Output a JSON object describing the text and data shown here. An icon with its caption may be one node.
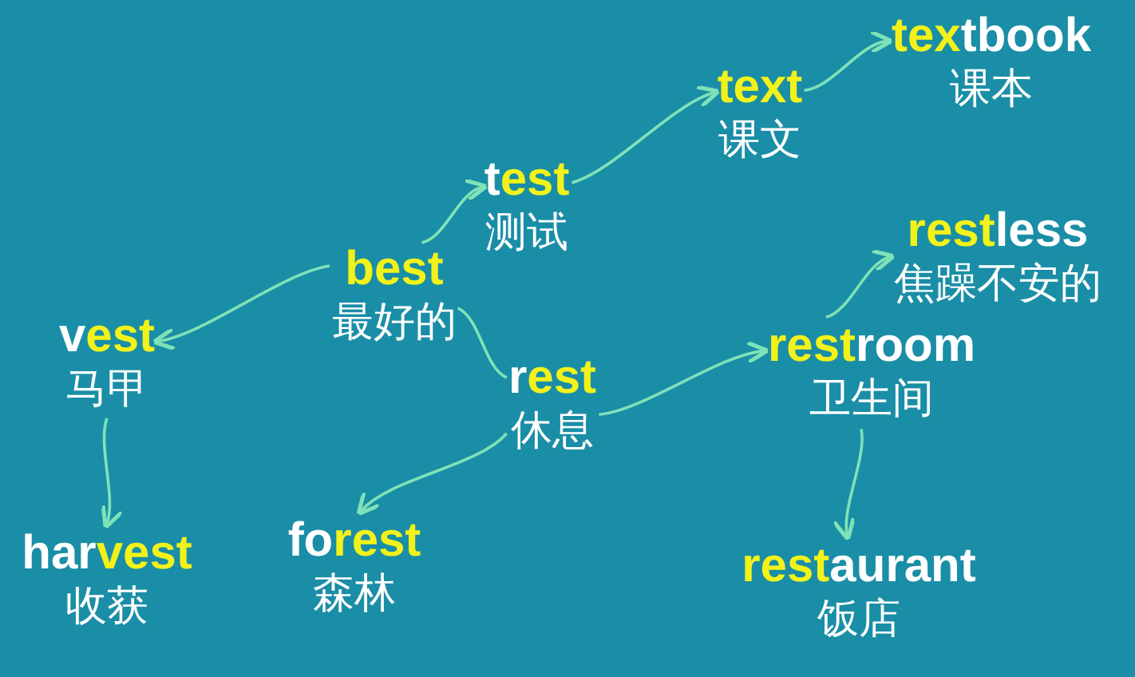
{
  "diagram": {
    "nodes": [
      {
        "text": [
          "**tex**tbook",
          "课本"
        ]
      },
      {
        "text": [
          "**text**",
          "课文"
        ]
      },
      {
        "text": [
          "t**est**",
          "测试"
        ]
      },
      {
        "text": [
          "**rest**less",
          "焦躁不安的"
        ]
      },
      {
        "text": [
          "**best**",
          "最好的"
        ]
      },
      {
        "text": [
          "v**est**",
          "马甲"
        ]
      },
      {
        "text": [
          "r**est**",
          "休息"
        ]
      },
      {
        "text": [
          "**rest**room",
          "卫生间"
        ]
      },
      {
        "text": [
          "har**vest**",
          "收获"
        ]
      },
      {
        "text": [
          "fo**rest**",
          "森林"
        ]
      },
      {
        "text": [
          "**rest**aurant",
          "饭店"
        ]
      }
    ],
    "edges": [
      {
        "from": 4,
        "to": 2,
        "arrow": "to"
      },
      {
        "from": 2,
        "to": 1,
        "arrow": "to"
      },
      {
        "from": 1,
        "to": 0,
        "arrow": "to"
      },
      {
        "from": 4,
        "to": 5,
        "arrow": "to"
      },
      {
        "from": 5,
        "to": 8,
        "arrow": "to"
      },
      {
        "from": 4,
        "to": 6,
        "arrow": "none"
      },
      {
        "from": 6,
        "to": 9,
        "arrow": "to"
      },
      {
        "from": 6,
        "to": 7,
        "arrow": "to"
      },
      {
        "from": 7,
        "to": 3,
        "arrow": "to"
      },
      {
        "from": 7,
        "to": 10,
        "arrow": "to"
      }
    ]
  }
}
